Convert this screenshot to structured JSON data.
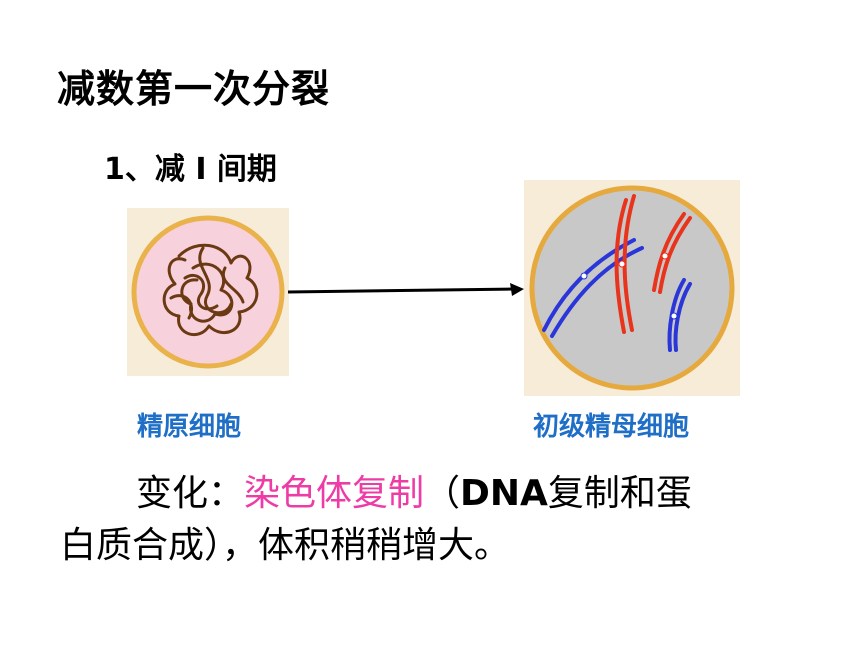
{
  "title": "减数第一次分裂",
  "subtitle": "1、减 Ⅰ 间期",
  "diagram": {
    "left_label": "精原细胞",
    "right_label": "初级精母细胞"
  },
  "description": {
    "prefix": "变化：",
    "highlight": "染色体复制",
    "open_paren": "（",
    "dna": "DNA",
    "rest_line1": "复制和蛋",
    "line2": "白质合成），体积稍稍增大。"
  },
  "colors": {
    "highlight": "#ee3ca6",
    "label": "#1f6fc7",
    "chromosome_red": "#e8341c",
    "chromosome_blue": "#2b36d9",
    "chromatin_brown": "#6b3a12"
  }
}
